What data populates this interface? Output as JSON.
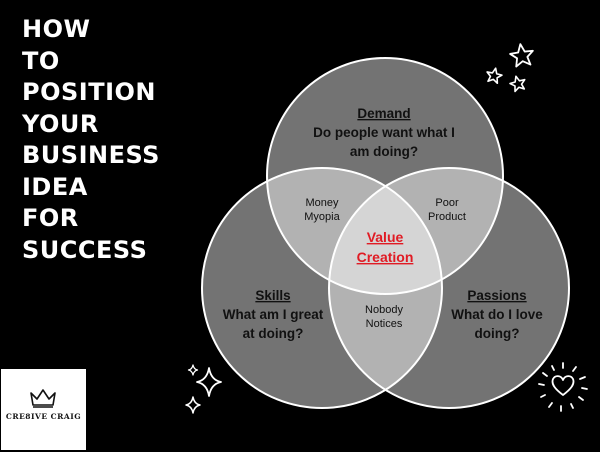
{
  "title_lines": [
    "HOW",
    "TO",
    "POSITION",
    "YOUR",
    "BUSINESS",
    "IDEA",
    "FOR",
    "SUCCESS"
  ],
  "venn": {
    "demand": {
      "heading": "Demand",
      "line1": "Do people want what I",
      "line2": "am doing?"
    },
    "skills": {
      "heading": "Skills",
      "line1": "What am I great",
      "line2": "at doing?"
    },
    "passions": {
      "heading": "Passions",
      "line1": "What do I love",
      "line2": "doing?"
    },
    "money_myopia": {
      "line1": "Money",
      "line2": "Myopia"
    },
    "poor_product": {
      "line1": "Poor",
      "line2": "Product"
    },
    "nobody_notices": {
      "line1": "Nobody",
      "line2": "Notices"
    },
    "center": {
      "line1": "Value",
      "line2": "Creation"
    }
  },
  "logo": {
    "text": "CRE8IVE CRAIG"
  },
  "colors": {
    "background": "#000000",
    "circle_fill": "#ffffff",
    "circle_stroke": "#ffffff",
    "accent": "#e01b24",
    "text": "#111111",
    "title": "#ffffff"
  },
  "decor_icons": [
    "star-icon",
    "sparkle-icon",
    "heart-icon",
    "crown-icon"
  ]
}
